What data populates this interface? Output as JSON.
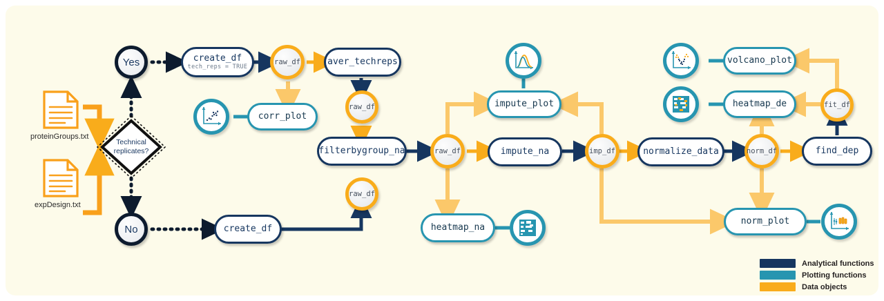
{
  "canvas": {
    "background": "#fdfbea"
  },
  "colors": {
    "analytical": "#16365f",
    "plotting": "#2795b0",
    "data_object": "#f9ac1b",
    "data_arrow": "#fbc86a",
    "decision": "#0d1b2e",
    "file": "#f9a01b"
  },
  "inputs": [
    {
      "name": "proteinGroups-file",
      "label": "proteinGroups.txt"
    },
    {
      "name": "expDesign-file",
      "label": "expDesign.txt"
    }
  ],
  "decision": {
    "line1": "Technical",
    "line2": "replicates?",
    "yes": "Yes",
    "no": "No"
  },
  "nodes": {
    "create_df_tech": {
      "label": "create_df",
      "sub": "tech_reps = TRUE"
    },
    "create_df": {
      "label": "create_df"
    },
    "aver_techreps": {
      "label": "aver_techreps"
    },
    "corr_plot": {
      "label": "corr_plot"
    },
    "filterbygroup_na": {
      "label": "filterbygroup_na"
    },
    "impute_plot": {
      "label": "impute_plot"
    },
    "impute_na": {
      "label": "impute_na"
    },
    "heatmap_na": {
      "label": "heatmap_na"
    },
    "normalize_data": {
      "label": "normalize_data"
    },
    "find_dep": {
      "label": "find_dep"
    },
    "volcano_plot": {
      "label": "volcano_plot"
    },
    "heatmap_de": {
      "label": "heatmap_de"
    },
    "norm_plot": {
      "label": "norm_plot"
    }
  },
  "data_objects": {
    "raw_df_1": {
      "label": "raw_df"
    },
    "raw_df_2": {
      "label": "raw_df"
    },
    "raw_df_3": {
      "label": "raw_df"
    },
    "raw_df_4": {
      "label": "raw_df"
    },
    "imp_df": {
      "label": "imp_df"
    },
    "norm_df": {
      "label": "norm_df"
    },
    "fit_df": {
      "label": "fit_df"
    }
  },
  "icons": {
    "corr_plot_icon": "scatter-plot-icon",
    "impute_plot_icon": "density-curve-icon",
    "heatmap_na_icon": "heatmap-grid-icon",
    "volcano_plot_icon": "volcano-scatter-icon",
    "heatmap_de_icon": "heatmap-grid-icon",
    "norm_plot_icon": "boxplot-icon"
  },
  "legend": {
    "items": [
      {
        "label": "Analytical functions",
        "color": "#16365f"
      },
      {
        "label": "Plotting functions",
        "color": "#2795b0"
      },
      {
        "label": "Data objects",
        "color": "#f9ac1b"
      }
    ]
  }
}
